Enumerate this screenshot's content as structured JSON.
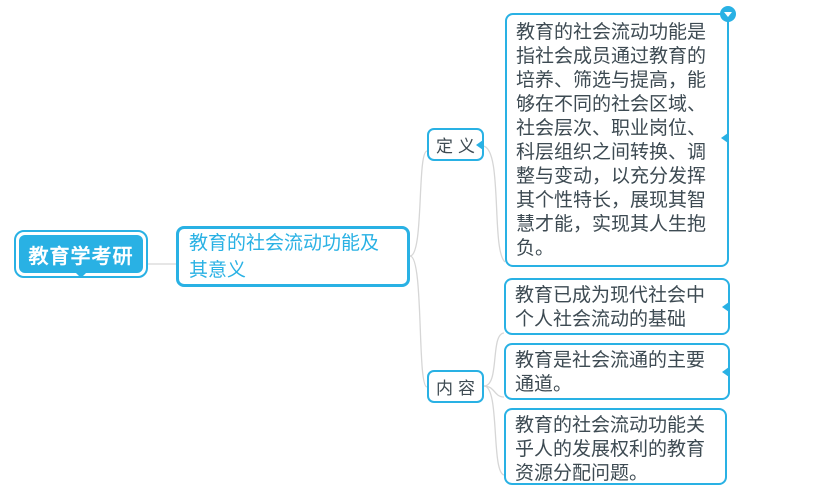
{
  "colors": {
    "accent": "#29b1e4",
    "text_dark": "#3d4a52",
    "connector": "#d6d6d6",
    "root_text": "#ffffff",
    "canvas_bg": "#ffffff"
  },
  "mindmap": {
    "root": {
      "label": "教育学考研"
    },
    "topic": {
      "label": "教育的社会流动功能及其意义"
    },
    "branches": {
      "definition": {
        "label": "定义"
      },
      "content": {
        "label": "内容"
      }
    },
    "definition_detail": {
      "text": "教育的社会流动功能是指社会成员通过教育的培养、筛选与提高，能够在不同的社会区域、社会层次、职业岗位、科层组织之间转换、调整与变动，以充分发挥其个性特长，展现其智慧才能，实现其人生抱负。"
    },
    "content_items": [
      {
        "text": "教育已成为现代社会中个人社会流动的基础"
      },
      {
        "text": "教育是社会流通的主要通道。"
      },
      {
        "text": "教育的社会流动功能关乎人的发展权利的教育资源分配问题。"
      }
    ],
    "badge": {
      "icon": "chevron-down"
    }
  }
}
